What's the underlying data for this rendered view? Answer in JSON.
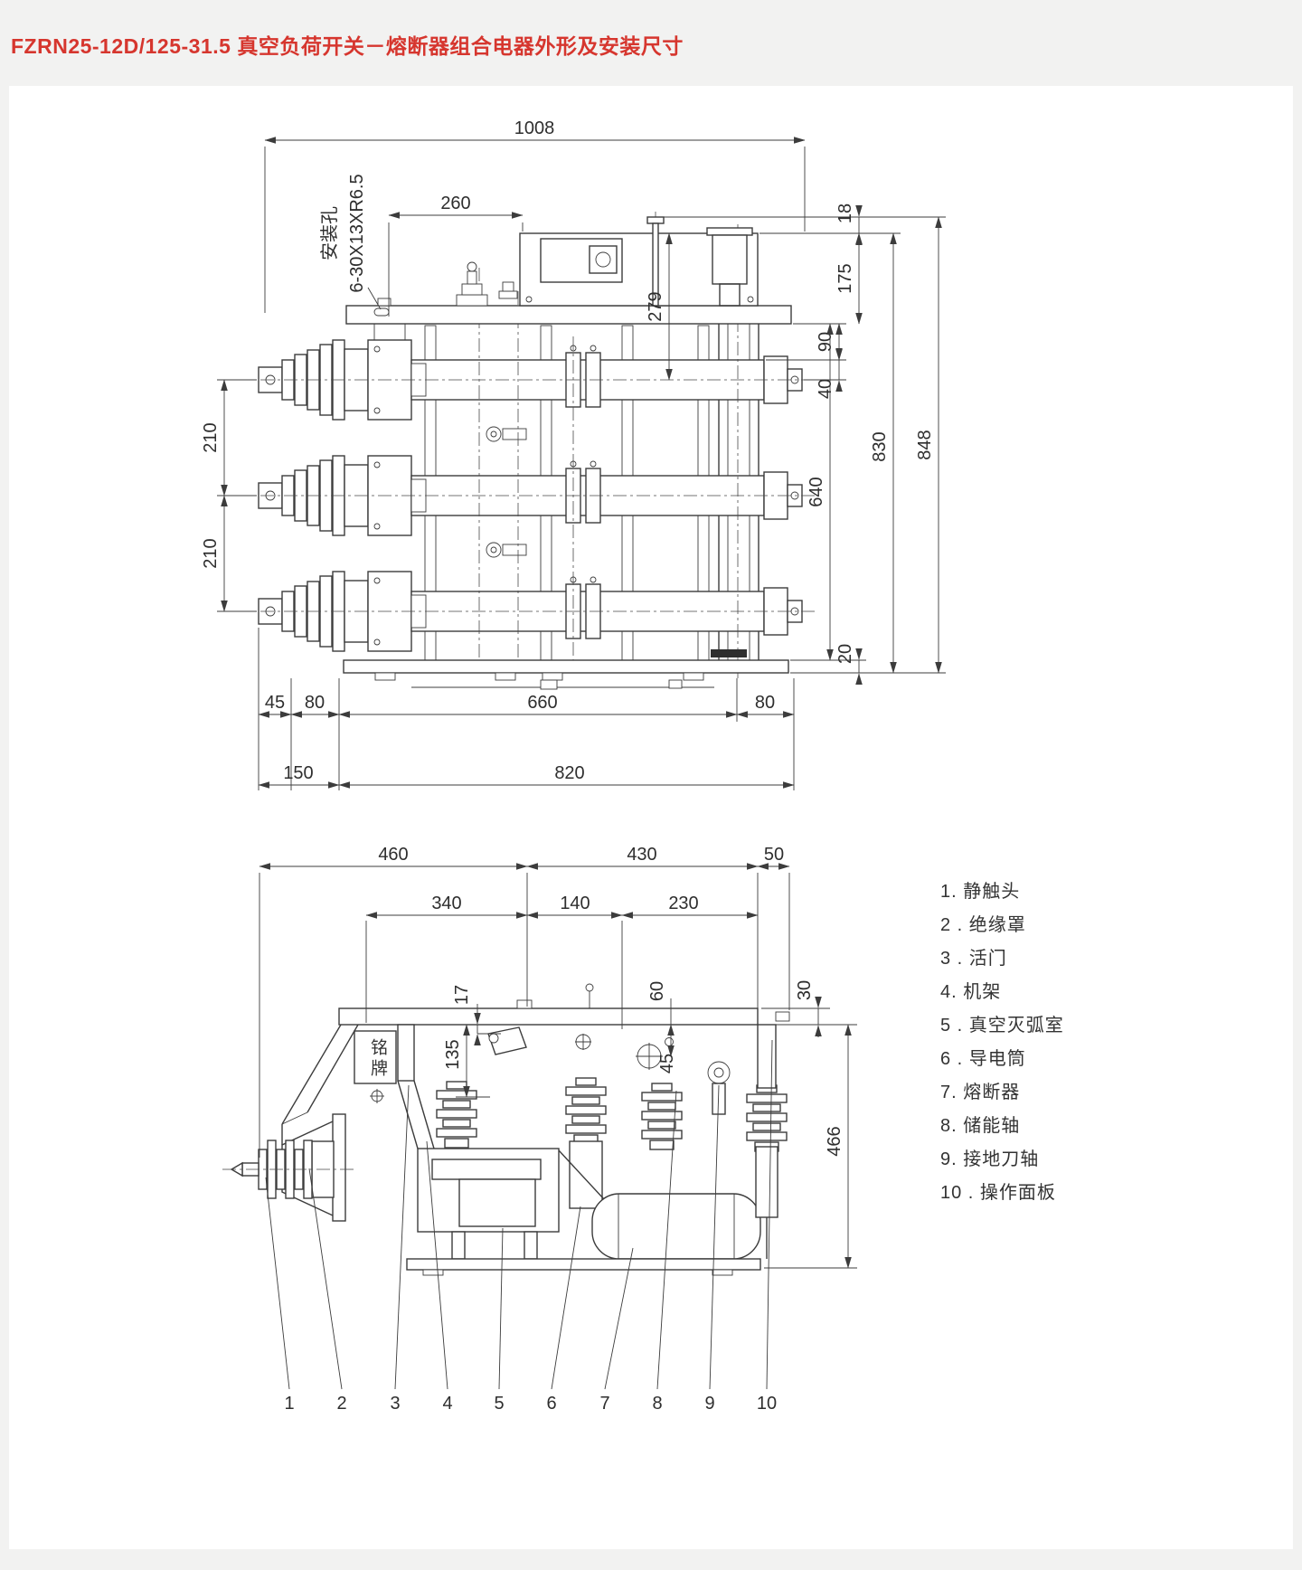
{
  "title": "FZRN25-12D/125-31.5 真空负荷开关－熔断器组合电器外形及安装尺寸",
  "colors": {
    "title_red": "#d6362e",
    "line": "#3c3c3c",
    "paper": "#ffffff"
  },
  "front_view": {
    "mounting_hole_label": "安装孔",
    "mounting_hole_spec": "6-30X13XR6.5",
    "dims": {
      "w1008": "1008",
      "w260": "260",
      "h18": "18",
      "h175": "175",
      "h90": "90",
      "h40": "40",
      "h279": "279",
      "h640": "640",
      "h830": "830",
      "h848": "848",
      "h20": "20",
      "h210a": "210",
      "h210b": "210",
      "w45": "45",
      "w80a": "80",
      "w660": "660",
      "w80b": "80",
      "w150": "150",
      "w820": "820"
    }
  },
  "side_view": {
    "nameplate": "铭牌",
    "dims": {
      "w460": "460",
      "w430": "430",
      "w50": "50",
      "w340": "340",
      "w140": "140",
      "w230": "230",
      "h17": "17",
      "h135": "135",
      "h60": "60",
      "d45": "45",
      "h30": "30",
      "h466": "466"
    },
    "callouts": [
      "1",
      "2",
      "3",
      "4",
      "5",
      "6",
      "7",
      "8",
      "9",
      "10"
    ]
  },
  "parts_list": {
    "items": [
      "1. 静触头",
      "2 . 绝缘罩",
      "3 . 活门",
      "4. 机架",
      "5 . 真空灭弧室",
      "6 . 导电筒",
      "7. 熔断器",
      "8. 储能轴",
      "9. 接地刀轴",
      "10 . 操作面板"
    ]
  }
}
